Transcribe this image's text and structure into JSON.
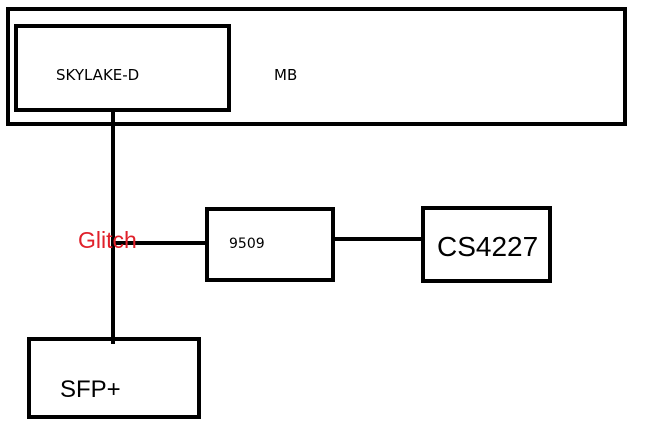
{
  "diagram": {
    "mb": {
      "label": "MB"
    },
    "cpu": {
      "label": "SKYLAKE-D"
    },
    "chip": {
      "label": "9509"
    },
    "phy": {
      "label": "CS4227"
    },
    "sfp": {
      "label": "SFP+"
    },
    "annotation": {
      "label": "Glitch",
      "color": "#e0202a"
    }
  }
}
